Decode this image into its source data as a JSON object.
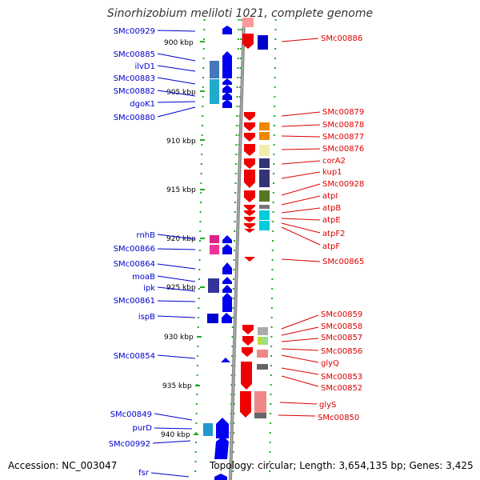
{
  "title": "Sinorhizobium meliloti 1021, complete genome",
  "footer": {
    "accession": "Accession: NC_003047",
    "topology": "Topology: circular; Length: 3,654,135 bp; Genes: 3,425"
  },
  "scale": {
    "ticks": [
      "900 kbp",
      "905 kbp",
      "910 kbp",
      "915 kbp",
      "920 kbp",
      "925 kbp",
      "930 kbp",
      "935 kbp",
      "940 kbp"
    ]
  },
  "genes_minus": [
    "SMc00929",
    "SMc00885",
    "ilvD1",
    "SMc00883",
    "SMc00882",
    "dgoK1",
    "SMc00880",
    "rnhB",
    "SMc00866",
    "SMc00864",
    "moaB",
    "ipk",
    "SMc00861",
    "ispB",
    "SMc00854",
    "SMc00849",
    "purD",
    "SMc00992",
    "fsr"
  ],
  "genes_plus": [
    "SMc00886",
    "SMc00879",
    "SMc00878",
    "SMc00877",
    "SMc00876",
    "corA2",
    "kup1",
    "SMc00928",
    "atpI",
    "atpB",
    "atpE",
    "atpF2",
    "atpF",
    "SMc00865",
    "SMc00859",
    "SMc00858",
    "SMc00857",
    "SMc00856",
    "glyQ",
    "SMc00853",
    "SMc00852",
    "glyS",
    "SMc00850"
  ],
  "colors": {
    "minus_strand": "#0000ee",
    "plus_strand": "#ee0000",
    "backbone": "#888888",
    "dots": "#22aa22"
  }
}
